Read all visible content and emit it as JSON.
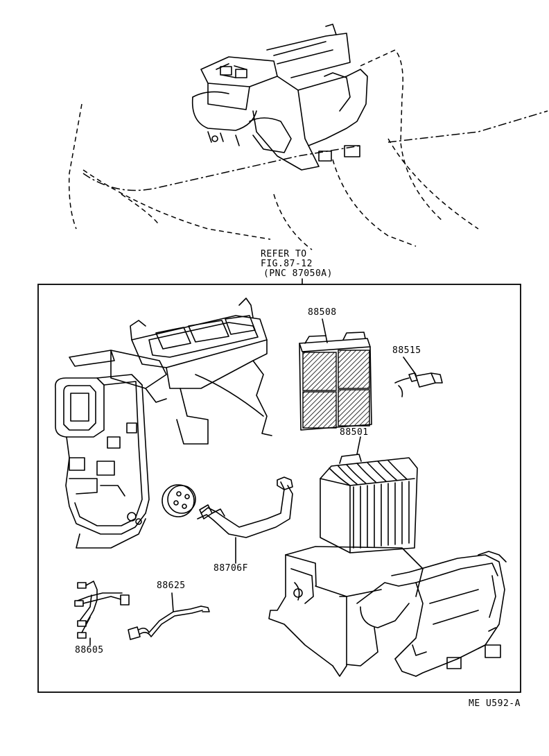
{
  "diagram": {
    "refer_note": {
      "line1": "REFER TO",
      "line2": "FIG.87-12",
      "line3": "(PNC 87050A)"
    },
    "parts": [
      {
        "label": "88508"
      },
      {
        "label": "88515"
      },
      {
        "label": "88501"
      },
      {
        "label": "88706F"
      },
      {
        "label": "88625"
      },
      {
        "label": "88605"
      }
    ],
    "figure_code": "ME U592-A"
  }
}
